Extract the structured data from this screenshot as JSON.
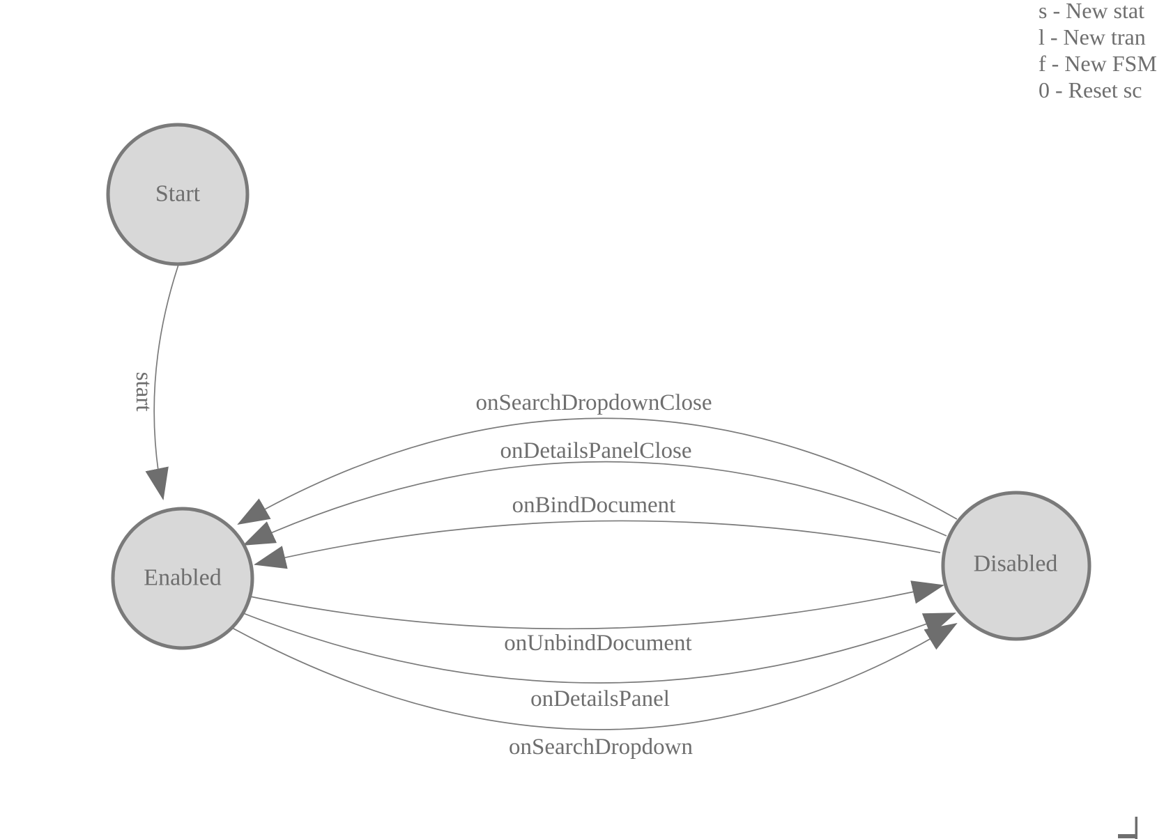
{
  "legend": {
    "lines": [
      "s - New stat",
      "l - New tran",
      "f - New FSM",
      "0 - Reset sc"
    ]
  },
  "nodes": {
    "start": {
      "label": "Start"
    },
    "enabled": {
      "label": "Enabled"
    },
    "disabled": {
      "label": "Disabled"
    }
  },
  "edges": {
    "start_to_enabled": {
      "label": "start"
    },
    "disabled_to_enabled": [
      {
        "label": "onSearchDropdownClose"
      },
      {
        "label": "onDetailsPanelClose"
      },
      {
        "label": "onBindDocument"
      }
    ],
    "enabled_to_disabled": [
      {
        "label": "onUnbindDocument"
      },
      {
        "label": "onDetailsPanel"
      },
      {
        "label": "onSearchDropdown"
      }
    ]
  },
  "colors": {
    "background": "#ffffff",
    "node_fill": "#d8d8d8",
    "node_stroke": "#7a7a7a",
    "edge_stroke": "#7a7a7a",
    "arrow_fill": "#6e6e6e",
    "text": "#6e6e6e"
  }
}
